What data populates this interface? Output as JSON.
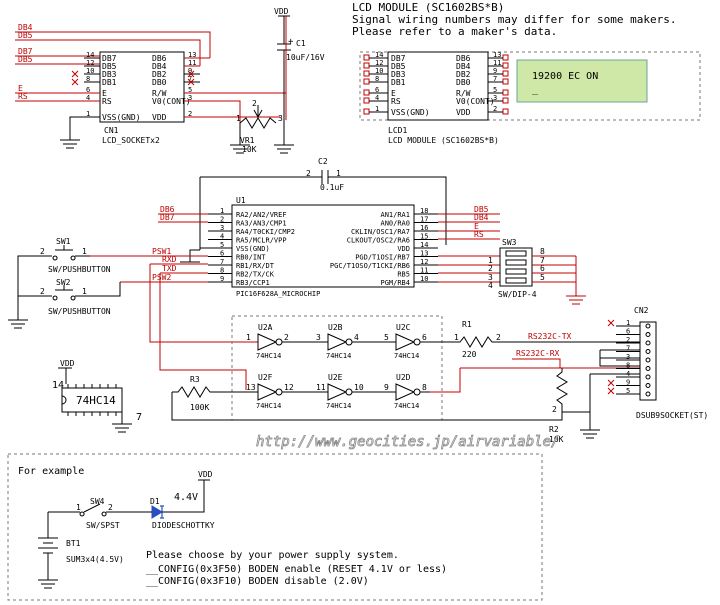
{
  "header": {
    "line1": "LCD MODULE (SC1602BS*B)",
    "line2": "Signal wiring numbers may differ for some makers.",
    "line3": "Please refer to a maker's data."
  },
  "lcd_display": {
    "text": "19200 EC ON",
    "cursor": "_"
  },
  "url": "http://www.geocities.jp/airvariable/",
  "cn1": {
    "ref": "CN1",
    "name": "LCD_SOCKETx2",
    "left_pins": [
      "DB7",
      "DB5",
      "DB3",
      "DB1",
      "E",
      "RS",
      "VSS(GND)"
    ],
    "right_pins": [
      "DB6",
      "DB4",
      "DB2",
      "DB0",
      "R/W",
      "V0(CONT)",
      "VDD"
    ],
    "left_nums": [
      "14",
      "12",
      "10",
      "8",
      "6",
      "4",
      "1"
    ],
    "right_nums": [
      "13",
      "11",
      "9",
      "7",
      "5",
      "3",
      "2"
    ]
  },
  "lcd1": {
    "ref": "LCD1",
    "name": "LCD MODULE (SC1602BS*B)"
  },
  "signals": {
    "db4": "DB4",
    "db5": "DB5",
    "db6": "DB6",
    "db7": "DB7",
    "e": "E",
    "rs": "RS",
    "vdd": "VDD",
    "psw1": "PSW1",
    "psw2": "PSW2",
    "rxd": "RXD",
    "txd": "TXD",
    "rs232tx": "RS232C-TX",
    "rs232rx": "RS232C-RX"
  },
  "c1": {
    "ref": "C1",
    "value": "10uF/16V"
  },
  "vr1": {
    "ref": "VR1",
    "value": "10K"
  },
  "c2": {
    "ref": "C2",
    "value": "0.1uF"
  },
  "u1": {
    "ref": "U1",
    "name": "PIC16F628A_MICROCHIP",
    "left_pins": [
      "RA2/AN2/VREF",
      "RA3/AN3/CMP1",
      "RA4/T0CKI/CMP2",
      "RA5/MCLR/VPP",
      "VSS(GND)",
      "RB0/INT",
      "RB1/RX/DT",
      "RB2/TX/CK",
      "RB3/CCP1"
    ],
    "left_nums": [
      "1",
      "2",
      "3",
      "4",
      "5",
      "6",
      "7",
      "8",
      "9"
    ],
    "right_pins": [
      "AN1/RA1",
      "AN0/RA0",
      "CKLIN/OSC1/RA7",
      "CLKOUT/OSC2/RA6",
      "VDD",
      "PGD/T1OSI/RB7",
      "PGC/T1OSO/T1CKI/RB6",
      "RB5",
      "PGM/RB4"
    ],
    "right_nums": [
      "18",
      "17",
      "16",
      "15",
      "14",
      "13",
      "12",
      "11",
      "10"
    ]
  },
  "sw1": {
    "ref": "SW1",
    "name": "SW/PUSHBUTTON"
  },
  "sw2": {
    "ref": "SW2",
    "name": "SW/PUSHBUTTON"
  },
  "sw3": {
    "ref": "SW3",
    "name": "SW/DIP-4"
  },
  "u2": {
    "ref": "74HC14",
    "gates": [
      "U2A",
      "U2B",
      "U2C",
      "U2F",
      "U2E",
      "U2D"
    ]
  },
  "r1": {
    "ref": "R1",
    "value": "220"
  },
  "r2": {
    "ref": "R2",
    "value": "10K"
  },
  "r3": {
    "ref": "R3",
    "value": "100K"
  },
  "cn2": {
    "ref": "CN2",
    "name": "DSUB9SOCKET(ST)"
  },
  "ic_pkg": {
    "label": "74HC14",
    "pin14": "14",
    "pin7": "7",
    "vdd": "VDD"
  },
  "example": {
    "title": "For example",
    "sw4": "SW4",
    "sw4name": "SW/SPST",
    "d1": "D1",
    "d1name": "DIODESCHOTTKY",
    "bt1": "BT1",
    "bt1name": "SUM3x4(4.5V)",
    "voltage": "4.4V",
    "vdd": "VDD",
    "note1": "Please choose by your power supply system.",
    "note2": "__CONFIG(0x3F50)  BODEN enable (RESET 4.1V or less)",
    "note3": "__CONFIG(0x3F10)  BODEN disable (2.0V)"
  }
}
